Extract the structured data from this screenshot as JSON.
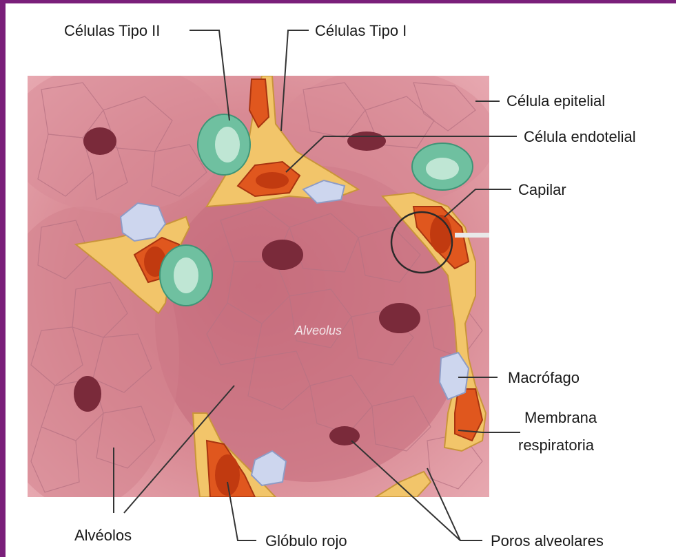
{
  "labels": {
    "tipo_ii": "Células Tipo II",
    "tipo_i": "Células Tipo I",
    "epitelial": "Célula epitelial",
    "endotelial": "Célula endotelial",
    "capilar": "Capilar",
    "macrofago": "Macrófago",
    "membrana_1": "Membrana",
    "membrana_2": "respiratoria",
    "alveolus": "Alveolus",
    "alveolos": "Alvéolos",
    "globulo": "Glóbulo rojo",
    "poros": "Poros alveolares"
  },
  "colors": {
    "frame": "#7a1f7a",
    "tissue": "#d98b95",
    "membrane": "#f2c56a",
    "capillary": "#e0571e",
    "type_ii_cell": "#6fc0a0",
    "macrophage": "#cdd6ee"
  }
}
